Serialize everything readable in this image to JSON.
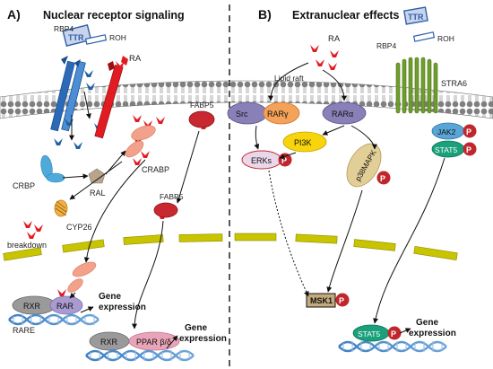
{
  "panel_a": {
    "label": "A)",
    "title": "Nuclear receptor signaling",
    "rbp4": "RBP4",
    "ttr": "TTR",
    "roh": "ROH",
    "ra": "RA",
    "crbp": "CRBP",
    "ral": "RAL",
    "crabp": "CRABP",
    "fabp5_top": "FABP5",
    "fabp5_mid": "FABP5",
    "cyp26": "CYP26",
    "breakdown": "breakdown",
    "rxr1": "RXR",
    "rar": "RAR",
    "rare": "RARE",
    "gene1_line1": "Gene",
    "gene1_line2": "expression",
    "rxr2": "RXR",
    "ppar": "PPAR β/δ",
    "gene2_line1": "Gene",
    "gene2_line2": "expression"
  },
  "panel_b": {
    "label": "B)",
    "title": "Extranuclear effects",
    "ra": "RA",
    "lipid_raft": "Lipid raft",
    "src": "Src",
    "rar_gamma": "RARγ",
    "rar_alpha": "RARα",
    "ttr": "TTR",
    "rbp4": "RBP4",
    "roh": "ROH",
    "stra6": "STRA6",
    "pi3k": "PI3K",
    "jak2": "JAK2",
    "stat5_top": "STAT5",
    "erks": "ERKs",
    "p38": "p38MAPK",
    "msk1": "MSK1",
    "stat5_bottom": "STAT5",
    "gene_line1": "Gene",
    "gene_line2": "expression"
  },
  "phospho_label": "P",
  "colors": {
    "ra_red": "#e21b23",
    "ttr_blue": "#2e5fa8",
    "stra6_green": "#6e9e2e",
    "nucleus_yellow": "#c8c400",
    "src_purple": "#8a80b8",
    "rar_orange": "#f4a15a",
    "pi3k_yellow": "#f7d40c",
    "jak2_blue": "#5aa5d6",
    "stat5_teal": "#1aa07a",
    "phospho_red": "#c0272d",
    "msk1_tan": "#c4a97c",
    "p38_tan": "#e2cf98",
    "crbp_blue": "#4eaad9",
    "crabp_salmon": "#f2a18a",
    "rxr_gray": "#9a9a9a",
    "rar_lavender": "#a99bd0",
    "ppar_pink": "#e8a5b8"
  }
}
